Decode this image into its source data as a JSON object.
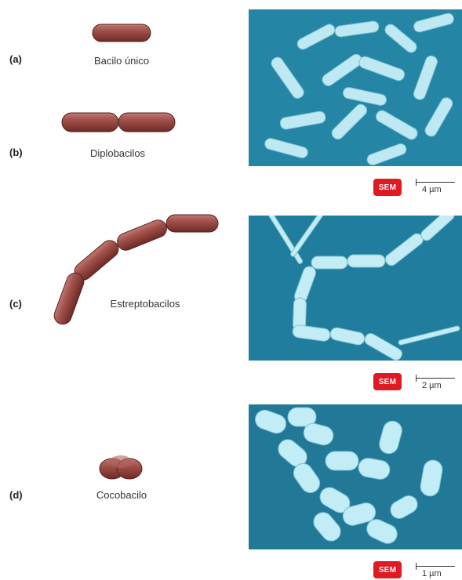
{
  "panels": [
    {
      "letter": "(a)",
      "name": "Bacilo único",
      "sem": "SEM",
      "scale": "4 µm"
    },
    {
      "letter": "(b)",
      "name": "Diplobacilos"
    },
    {
      "letter": "(c)",
      "name": "Estreptobacilos",
      "sem": "SEM",
      "scale": "2 µm"
    },
    {
      "letter": "(d)",
      "name": "Cocobacilo",
      "sem": "SEM",
      "scale": "1 µm"
    }
  ],
  "colors": {
    "rod_fill": "#a3524c",
    "rod_dark": "#6e2a26",
    "micro_bg": "#1f7f9f",
    "bacteria": "#bfe9f2",
    "sem_badge": "#e01a22"
  }
}
